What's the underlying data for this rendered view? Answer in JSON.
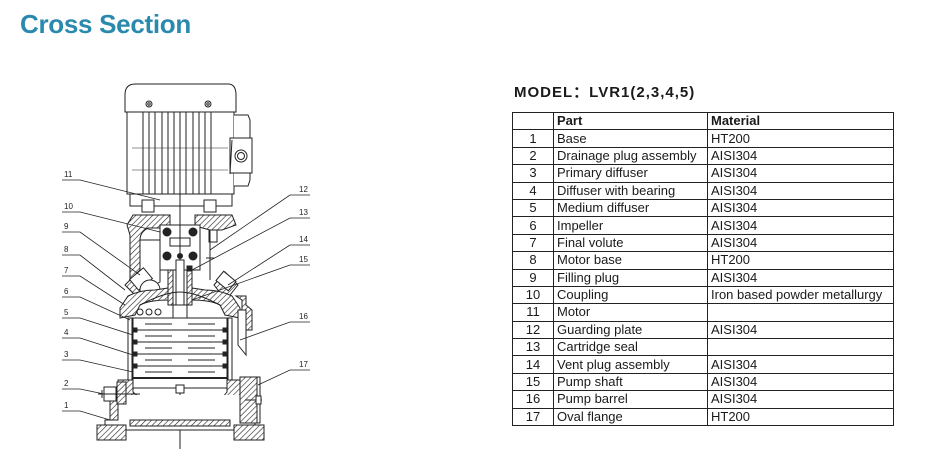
{
  "page": {
    "title": "Cross Section",
    "title_color": "#2a8aad"
  },
  "model": {
    "label": "MODEL：LVR1(2,3,4,5)"
  },
  "table": {
    "headers": {
      "number": "",
      "part": "Part",
      "material": "Material"
    },
    "rows": [
      {
        "number": "1",
        "part": "Base",
        "material": "HT200"
      },
      {
        "number": "2",
        "part": "Drainage plug assembly",
        "material": "AISI304"
      },
      {
        "number": "3",
        "part": "Primary diffuser",
        "material": "AISI304"
      },
      {
        "number": "4",
        "part": "Diffuser with bearing",
        "material": "AISI304"
      },
      {
        "number": "5",
        "part": "Medium diffuser",
        "material": "AISI304"
      },
      {
        "number": "6",
        "part": "Impeller",
        "material": "AISI304"
      },
      {
        "number": "7",
        "part": "Final volute",
        "material": "AISI304"
      },
      {
        "number": "8",
        "part": "Motor base",
        "material": "HT200"
      },
      {
        "number": "9",
        "part": "Filling plug",
        "material": "AISI304"
      },
      {
        "number": "10",
        "part": "Coupling",
        "material": "Iron based powder metallurgy"
      },
      {
        "number": "11",
        "part": "Motor",
        "material": ""
      },
      {
        "number": "12",
        "part": "Guarding plate",
        "material": "AISI304"
      },
      {
        "number": "13",
        "part": "Cartridge seal",
        "material": ""
      },
      {
        "number": "14",
        "part": "Vent plug assembly",
        "material": "AISI304"
      },
      {
        "number": "15",
        "part": "Pump shaft",
        "material": "AISI304"
      },
      {
        "number": "16",
        "part": "Pump barrel",
        "material": "AISI304"
      },
      {
        "number": "17",
        "part": "Oval flange",
        "material": "HT200"
      }
    ]
  },
  "drawing": {
    "left_callouts": [
      "11",
      "10",
      "9",
      "8",
      "7",
      "6",
      "5",
      "4",
      "3",
      "2",
      "1"
    ],
    "right_callouts": [
      "12",
      "13",
      "14",
      "15",
      "16",
      "17"
    ]
  }
}
